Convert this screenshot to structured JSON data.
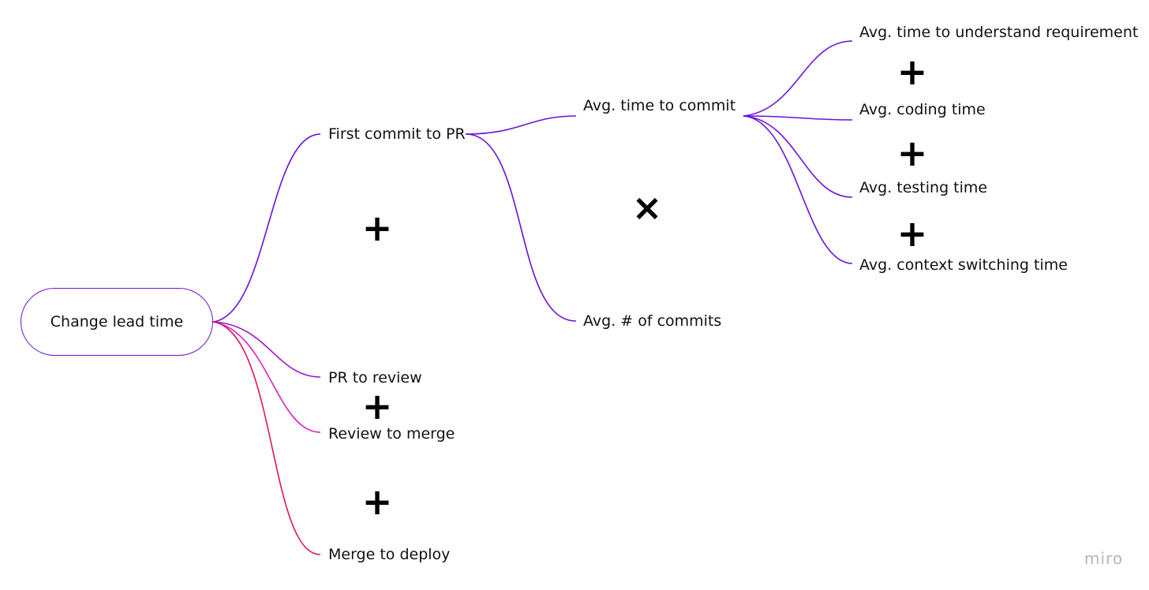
{
  "diagram": {
    "root": "Change lead time",
    "level1": {
      "first_commit_to_pr": "First commit to PR",
      "pr_to_review": "PR to review",
      "review_to_merge": "Review to merge",
      "merge_to_deploy": "Merge to deploy"
    },
    "level2": {
      "avg_time_to_commit": "Avg. time to commit",
      "avg_num_commits": "Avg. # of commits"
    },
    "level3": {
      "understand_requirement": "Avg. time to understand requirement",
      "coding_time": "Avg. coding time",
      "testing_time": "Avg. testing time",
      "context_switching_time": "Avg. context switching time"
    },
    "operators": {
      "plus": "+",
      "times": "×"
    }
  },
  "branding": {
    "watermark": "miro"
  },
  "colors": {
    "purple": "#6b12d8",
    "violet": "#9b16c8",
    "magenta": "#d41fc0",
    "crimson": "#e0135e"
  }
}
